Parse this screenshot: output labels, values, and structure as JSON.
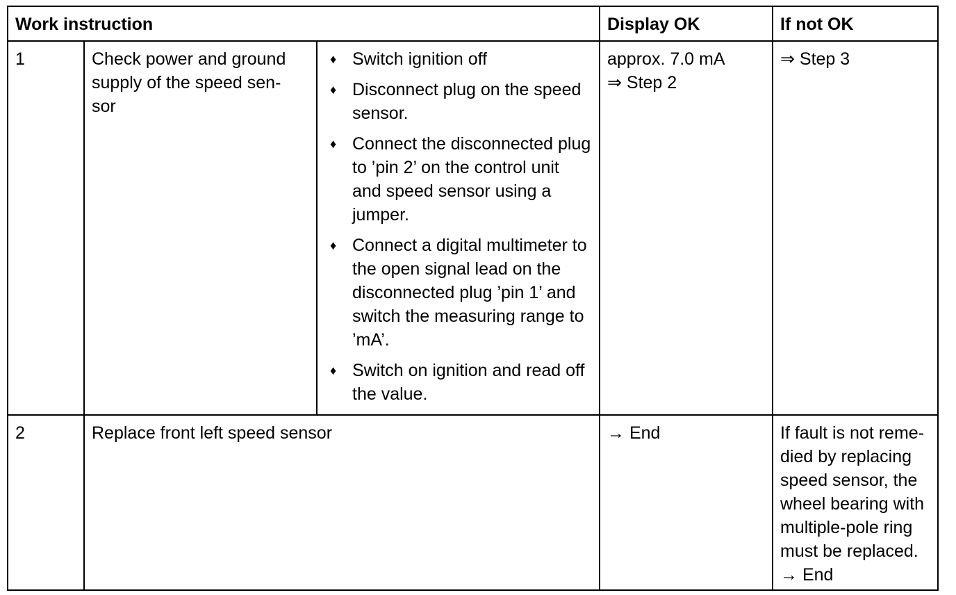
{
  "header": {
    "col1": "Work instruction",
    "col2": "Display OK",
    "col3": "If not OK"
  },
  "rows": [
    {
      "step": "1",
      "title": "Check power and ground supply of the speed sen-sor",
      "title_lines": [
        "Check power and ground",
        "supply of the speed sen-",
        "sor"
      ],
      "instructions": [
        "Switch ignition off",
        "Disconnect plug on the speed sensor.",
        "Connect the disconnected plug to ’pin 2’ on the control unit and speed sensor using a jumper.",
        "Connect a digital multimeter to the open signal lead on the disconnected plug ’pin 1’ and switch the measuring range to ’mA’.",
        "Switch on ignition and read off the value."
      ],
      "display_ok_lines": [
        "approx. 7.0 mA",
        "⇒ Step 2"
      ],
      "if_not_ok_lines": [
        "⇒ Step 3"
      ]
    },
    {
      "step": "2",
      "title": "Replace front left speed sensor",
      "display_ok_lines": [
        "→ End"
      ],
      "if_not_ok_lines": [
        "If fault is not reme-",
        "died by replacing",
        "speed sensor, the",
        "wheel bearing with",
        "multiple-pole ring",
        "must be replaced.",
        "→ End"
      ]
    }
  ],
  "bullet_glyph": "♦"
}
